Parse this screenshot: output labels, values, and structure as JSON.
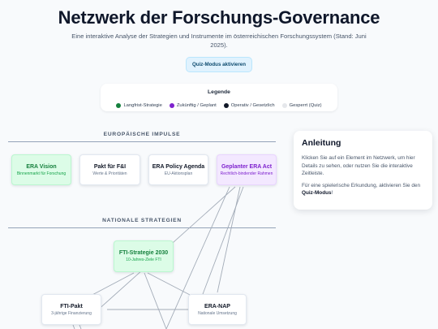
{
  "header": {
    "title": "Netzwerk der Forschungs-Governance",
    "subtitle": "Eine interaktive Analyse der Strategien und Instrumente im österreichischen Forschungssystem (Stand: Juni 2025).",
    "quiz_button": "Quiz-Modus aktivieren"
  },
  "legend": {
    "title": "Legende",
    "items": [
      {
        "label": "Langfrist-Strategie",
        "color": "#15803d"
      },
      {
        "label": "Zukünftig / Geplant",
        "color": "#7e22ce"
      },
      {
        "label": "Operativ / Gesetzlich",
        "color": "#111827"
      },
      {
        "label": "Gesperrt (Quiz)",
        "color": "#e5e7eb"
      }
    ]
  },
  "sections": {
    "european": "EUROPÄISCHE IMPULSE",
    "national": "NATIONALE STRATEGIEN"
  },
  "nodes": {
    "era_vision": {
      "title": "ERA Vision",
      "sub": "Binnenmarkt für Forschung"
    },
    "pakt": {
      "title": "Pakt für F&I",
      "sub": "Werte & Prioritäten"
    },
    "era_policy": {
      "title": "ERA Policy Agenda",
      "sub": "EU-Aktionsplan"
    },
    "era_act": {
      "title": "Geplanter ERA Act",
      "sub": "Rechtlich-bindender Rahmen"
    },
    "fti_strategie": {
      "title": "FTI-Strategie 2030",
      "sub": "10-Jahres-Ziele FTI"
    },
    "fti_pakt": {
      "title": "FTI-Pakt",
      "sub": "3-jährige Finanzierung"
    },
    "era_nap": {
      "title": "ERA-NAP",
      "sub": "Nationale Umsetzung"
    }
  },
  "panel": {
    "title": "Anleitung",
    "p1": "Klicken Sie auf ein Element im Netzwerk, um hier Details zu sehen, oder nutzen Sie die interaktive Zeitleiste.",
    "p2_prefix": "Für eine spielerische Erkundung, aktivieren Sie den ",
    "p2_bold": "Quiz-Modus",
    "p2_suffix": "!"
  }
}
